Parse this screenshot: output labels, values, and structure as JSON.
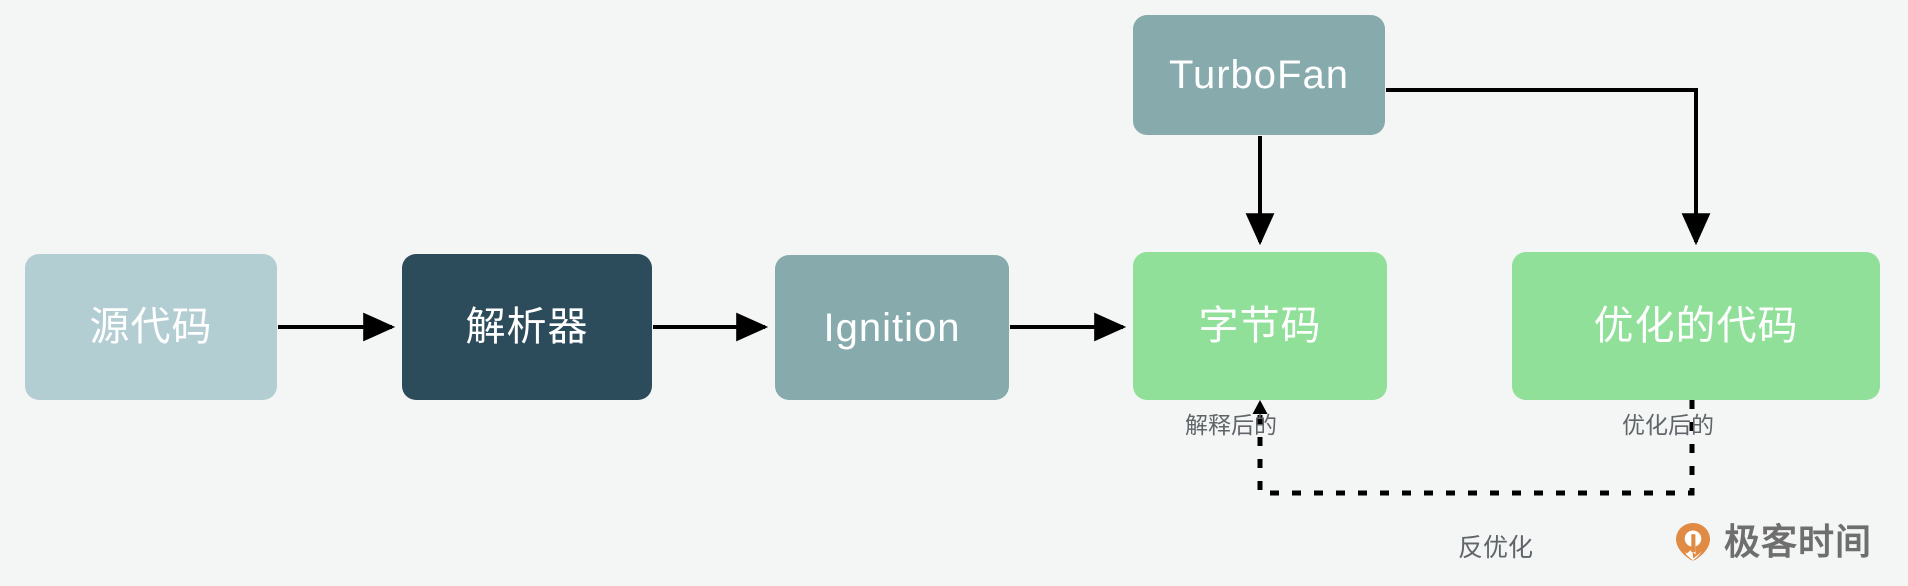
{
  "diagram": {
    "title": "V8 JavaScript Engine Pipeline",
    "background_color": "#f4f6f5",
    "nodes": [
      {
        "id": "source",
        "label": "源代码",
        "color": "#b3ced3"
      },
      {
        "id": "parser",
        "label": "解析器",
        "color": "#2c4c5c"
      },
      {
        "id": "ignition",
        "label": "Ignition",
        "color": "#87aaad"
      },
      {
        "id": "turbofan",
        "label": "TurboFan",
        "color": "#87aaad"
      },
      {
        "id": "bytecode",
        "label": "字节码",
        "color": "#90e09a"
      },
      {
        "id": "optcode",
        "label": "优化的代码",
        "color": "#90e09a"
      }
    ],
    "edge_labels": {
      "interpreted": "解释后的",
      "optimized": "优化后的",
      "deoptimize": "反优化"
    },
    "edge_label_color": "#60656a",
    "arrow_color": "#000000"
  },
  "brand": {
    "name": "极客时间",
    "mark_color": "#e08a44",
    "text_color": "#6e6e6e"
  }
}
